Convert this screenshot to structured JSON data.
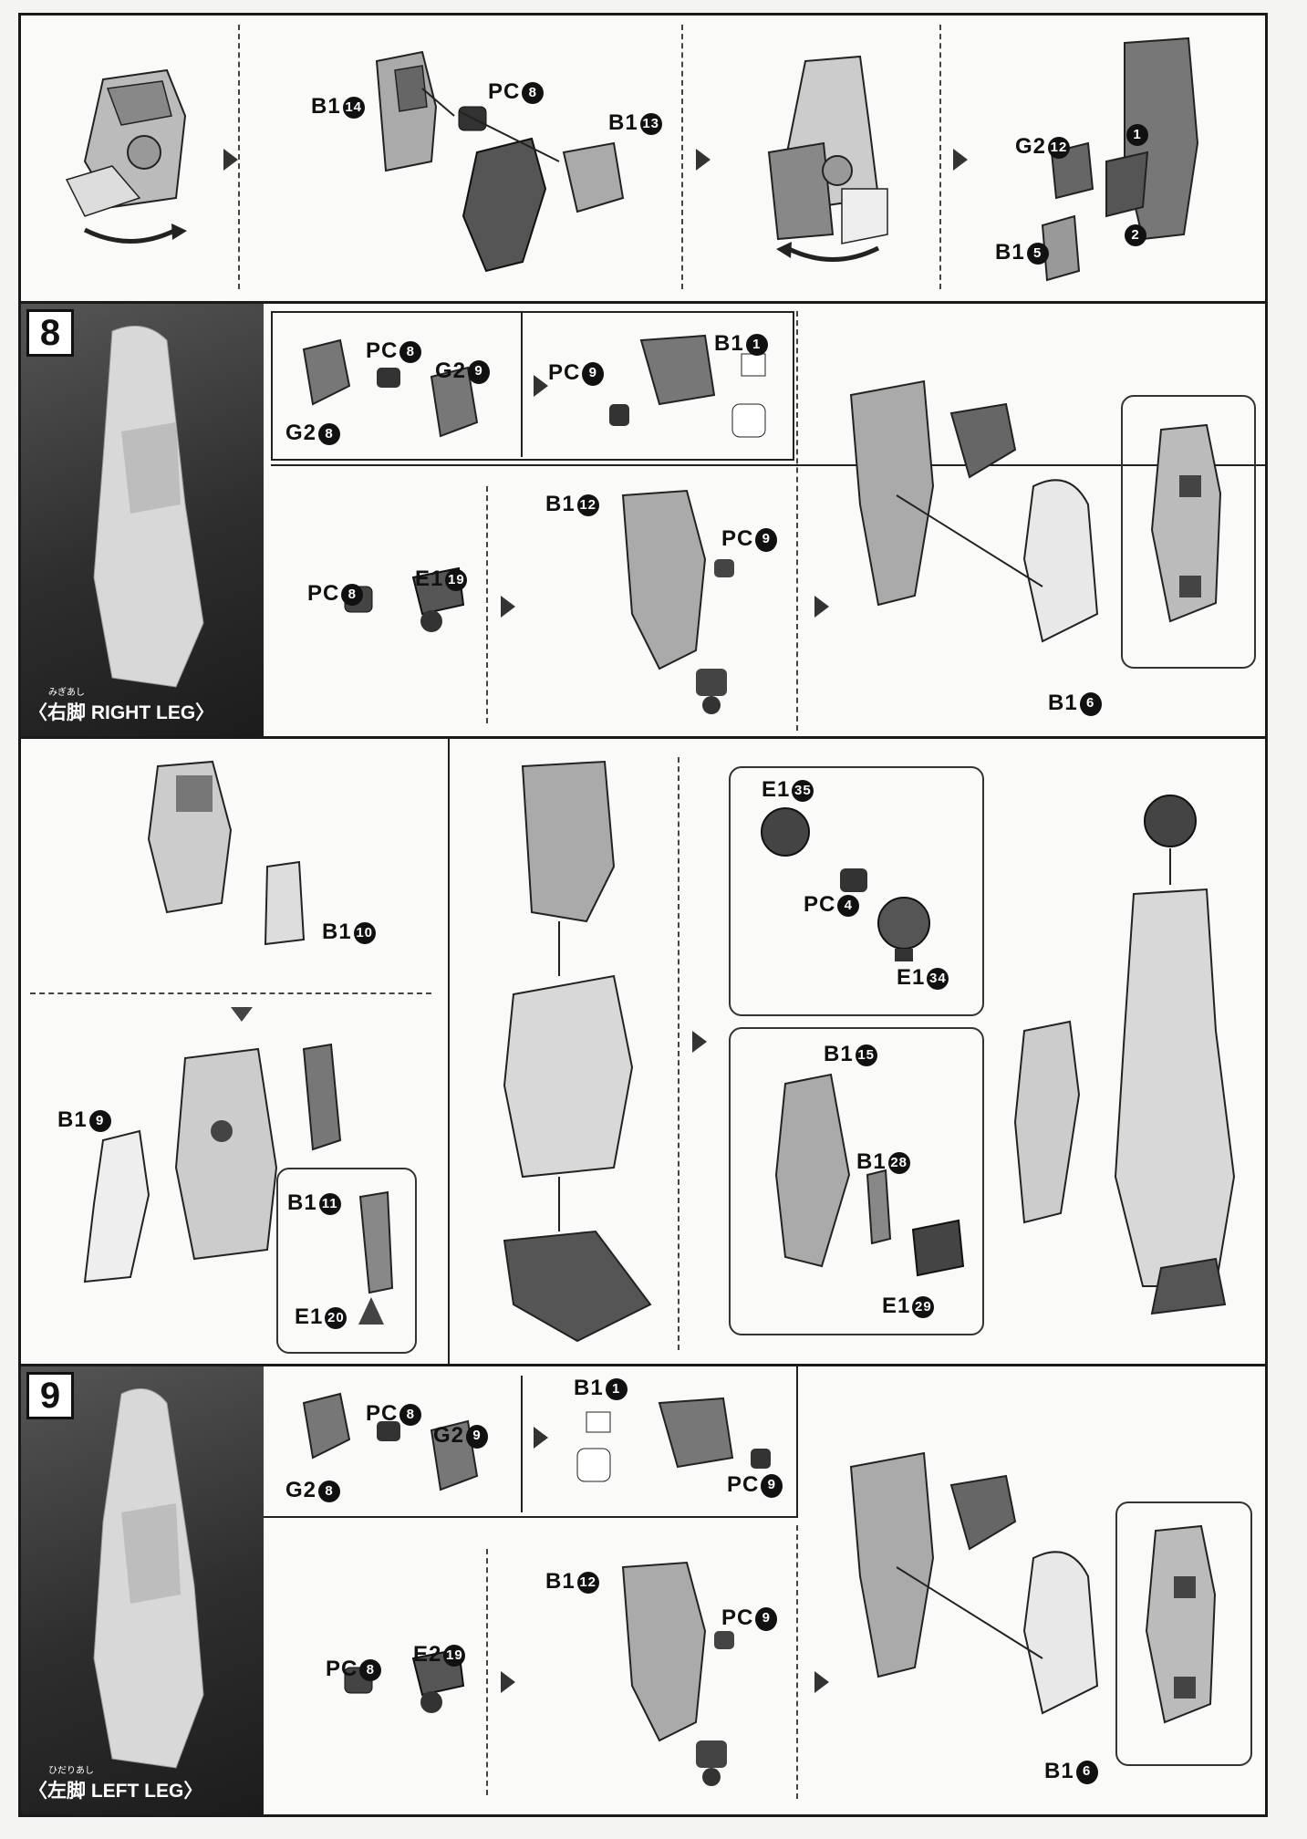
{
  "page": {
    "background": "#fafaf8",
    "border": "#1a1a1a"
  },
  "step8": {
    "number": "8",
    "caption_ruby": "みぎあし",
    "caption": "〈右脚 RIGHT LEG〉"
  },
  "step9": {
    "number": "9",
    "caption_ruby": "ひだりあし",
    "caption": "〈左脚 LEFT LEG〉"
  },
  "labels": {
    "r1_b1_14": {
      "text": "B1",
      "num": "14"
    },
    "r1_pc_8": {
      "text": "PC",
      "num": "8"
    },
    "r1_b1_13": {
      "text": "B1",
      "num": "13"
    },
    "r1_g2_12": {
      "text": "G2",
      "num": "12"
    },
    "r1_b1_5": {
      "text": "B1",
      "num": "5"
    },
    "r1_seq1": "1",
    "r1_seq2": "2",
    "s8_pc_8": {
      "text": "PC",
      "num": "8"
    },
    "s8_g2_9": {
      "text": "G2",
      "num": "9"
    },
    "s8_g2_8": {
      "text": "G2",
      "num": "8"
    },
    "s8_pc_9": {
      "text": "PC",
      "num": "9"
    },
    "s8_b1_1": {
      "text": "B1",
      "num": "1"
    },
    "s8_pc8b": {
      "text": "PC",
      "num": "8"
    },
    "s8_e1_19": {
      "text": "E1",
      "num": "19"
    },
    "s8_b1_12": {
      "text": "B1",
      "num": "12"
    },
    "s8_pc9b": {
      "text": "PC",
      "num": "9"
    },
    "s8_b1_6": {
      "text": "B1",
      "num": "6"
    },
    "r3_b1_10": {
      "text": "B1",
      "num": "10"
    },
    "r3_b1_9": {
      "text": "B1",
      "num": "9"
    },
    "r3_b1_11": {
      "text": "B1",
      "num": "11"
    },
    "r3_e1_20": {
      "text": "E1",
      "num": "20"
    },
    "r3_e1_35": {
      "text": "E1",
      "num": "35"
    },
    "r3_pc_4": {
      "text": "PC",
      "num": "4"
    },
    "r3_e1_34": {
      "text": "E1",
      "num": "34"
    },
    "r3_b1_15": {
      "text": "B1",
      "num": "15"
    },
    "r3_b1_28": {
      "text": "B1",
      "num": "28"
    },
    "r3_e1_29": {
      "text": "E1",
      "num": "29"
    },
    "s9_pc_8": {
      "text": "PC",
      "num": "8"
    },
    "s9_g2_9": {
      "text": "G2",
      "num": "9"
    },
    "s9_g2_8": {
      "text": "G2",
      "num": "8"
    },
    "s9_b1_1": {
      "text": "B1",
      "num": "1"
    },
    "s9_pc_9": {
      "text": "PC",
      "num": "9"
    },
    "s9_pc8b": {
      "text": "PC",
      "num": "8"
    },
    "s9_e2_19": {
      "text": "E2",
      "num": "19"
    },
    "s9_b1_12": {
      "text": "B1",
      "num": "12"
    },
    "s9_pc9b": {
      "text": "PC",
      "num": "9"
    },
    "s9_b1_6": {
      "text": "B1",
      "num": "6"
    }
  }
}
